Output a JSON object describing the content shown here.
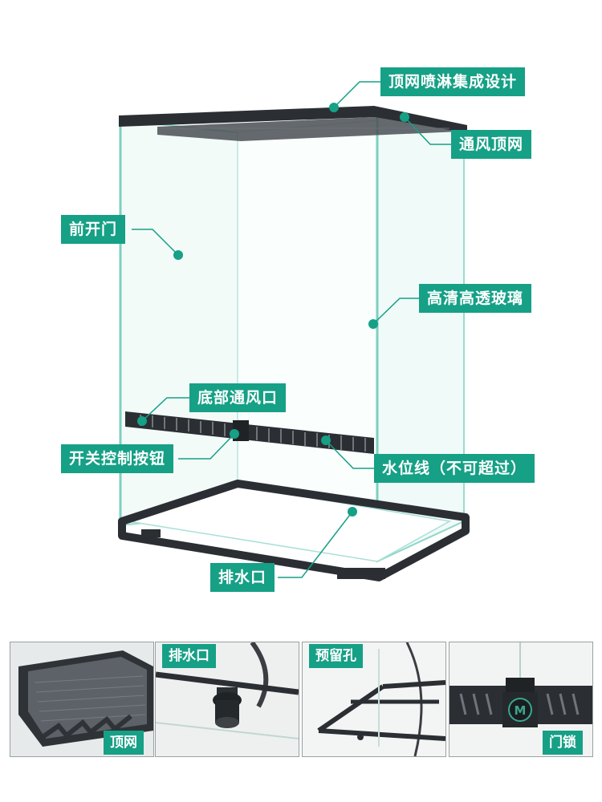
{
  "callouts": {
    "top_mesh_spray": "顶网喷淋集成设计",
    "vent_top_mesh": "通风顶网",
    "front_door": "前开门",
    "hd_glass": "高清高透玻璃",
    "bottom_vent": "底部通风口",
    "switch_button": "开关控制按钮",
    "water_line": "水位线（不可超过）",
    "drain_outlet": "排水口"
  },
  "detail_panels": [
    {
      "label": "顶网",
      "icon": "top-mesh-photo"
    },
    {
      "label": "排水口",
      "icon": "drain-photo"
    },
    {
      "label": "预留孔",
      "icon": "reserved-hole-photo"
    },
    {
      "label": "门锁",
      "icon": "door-lock-photo"
    }
  ],
  "colors": {
    "accent": "#16a086",
    "frame": "#2b2f33",
    "glass_edge": "#8fd6c8"
  }
}
